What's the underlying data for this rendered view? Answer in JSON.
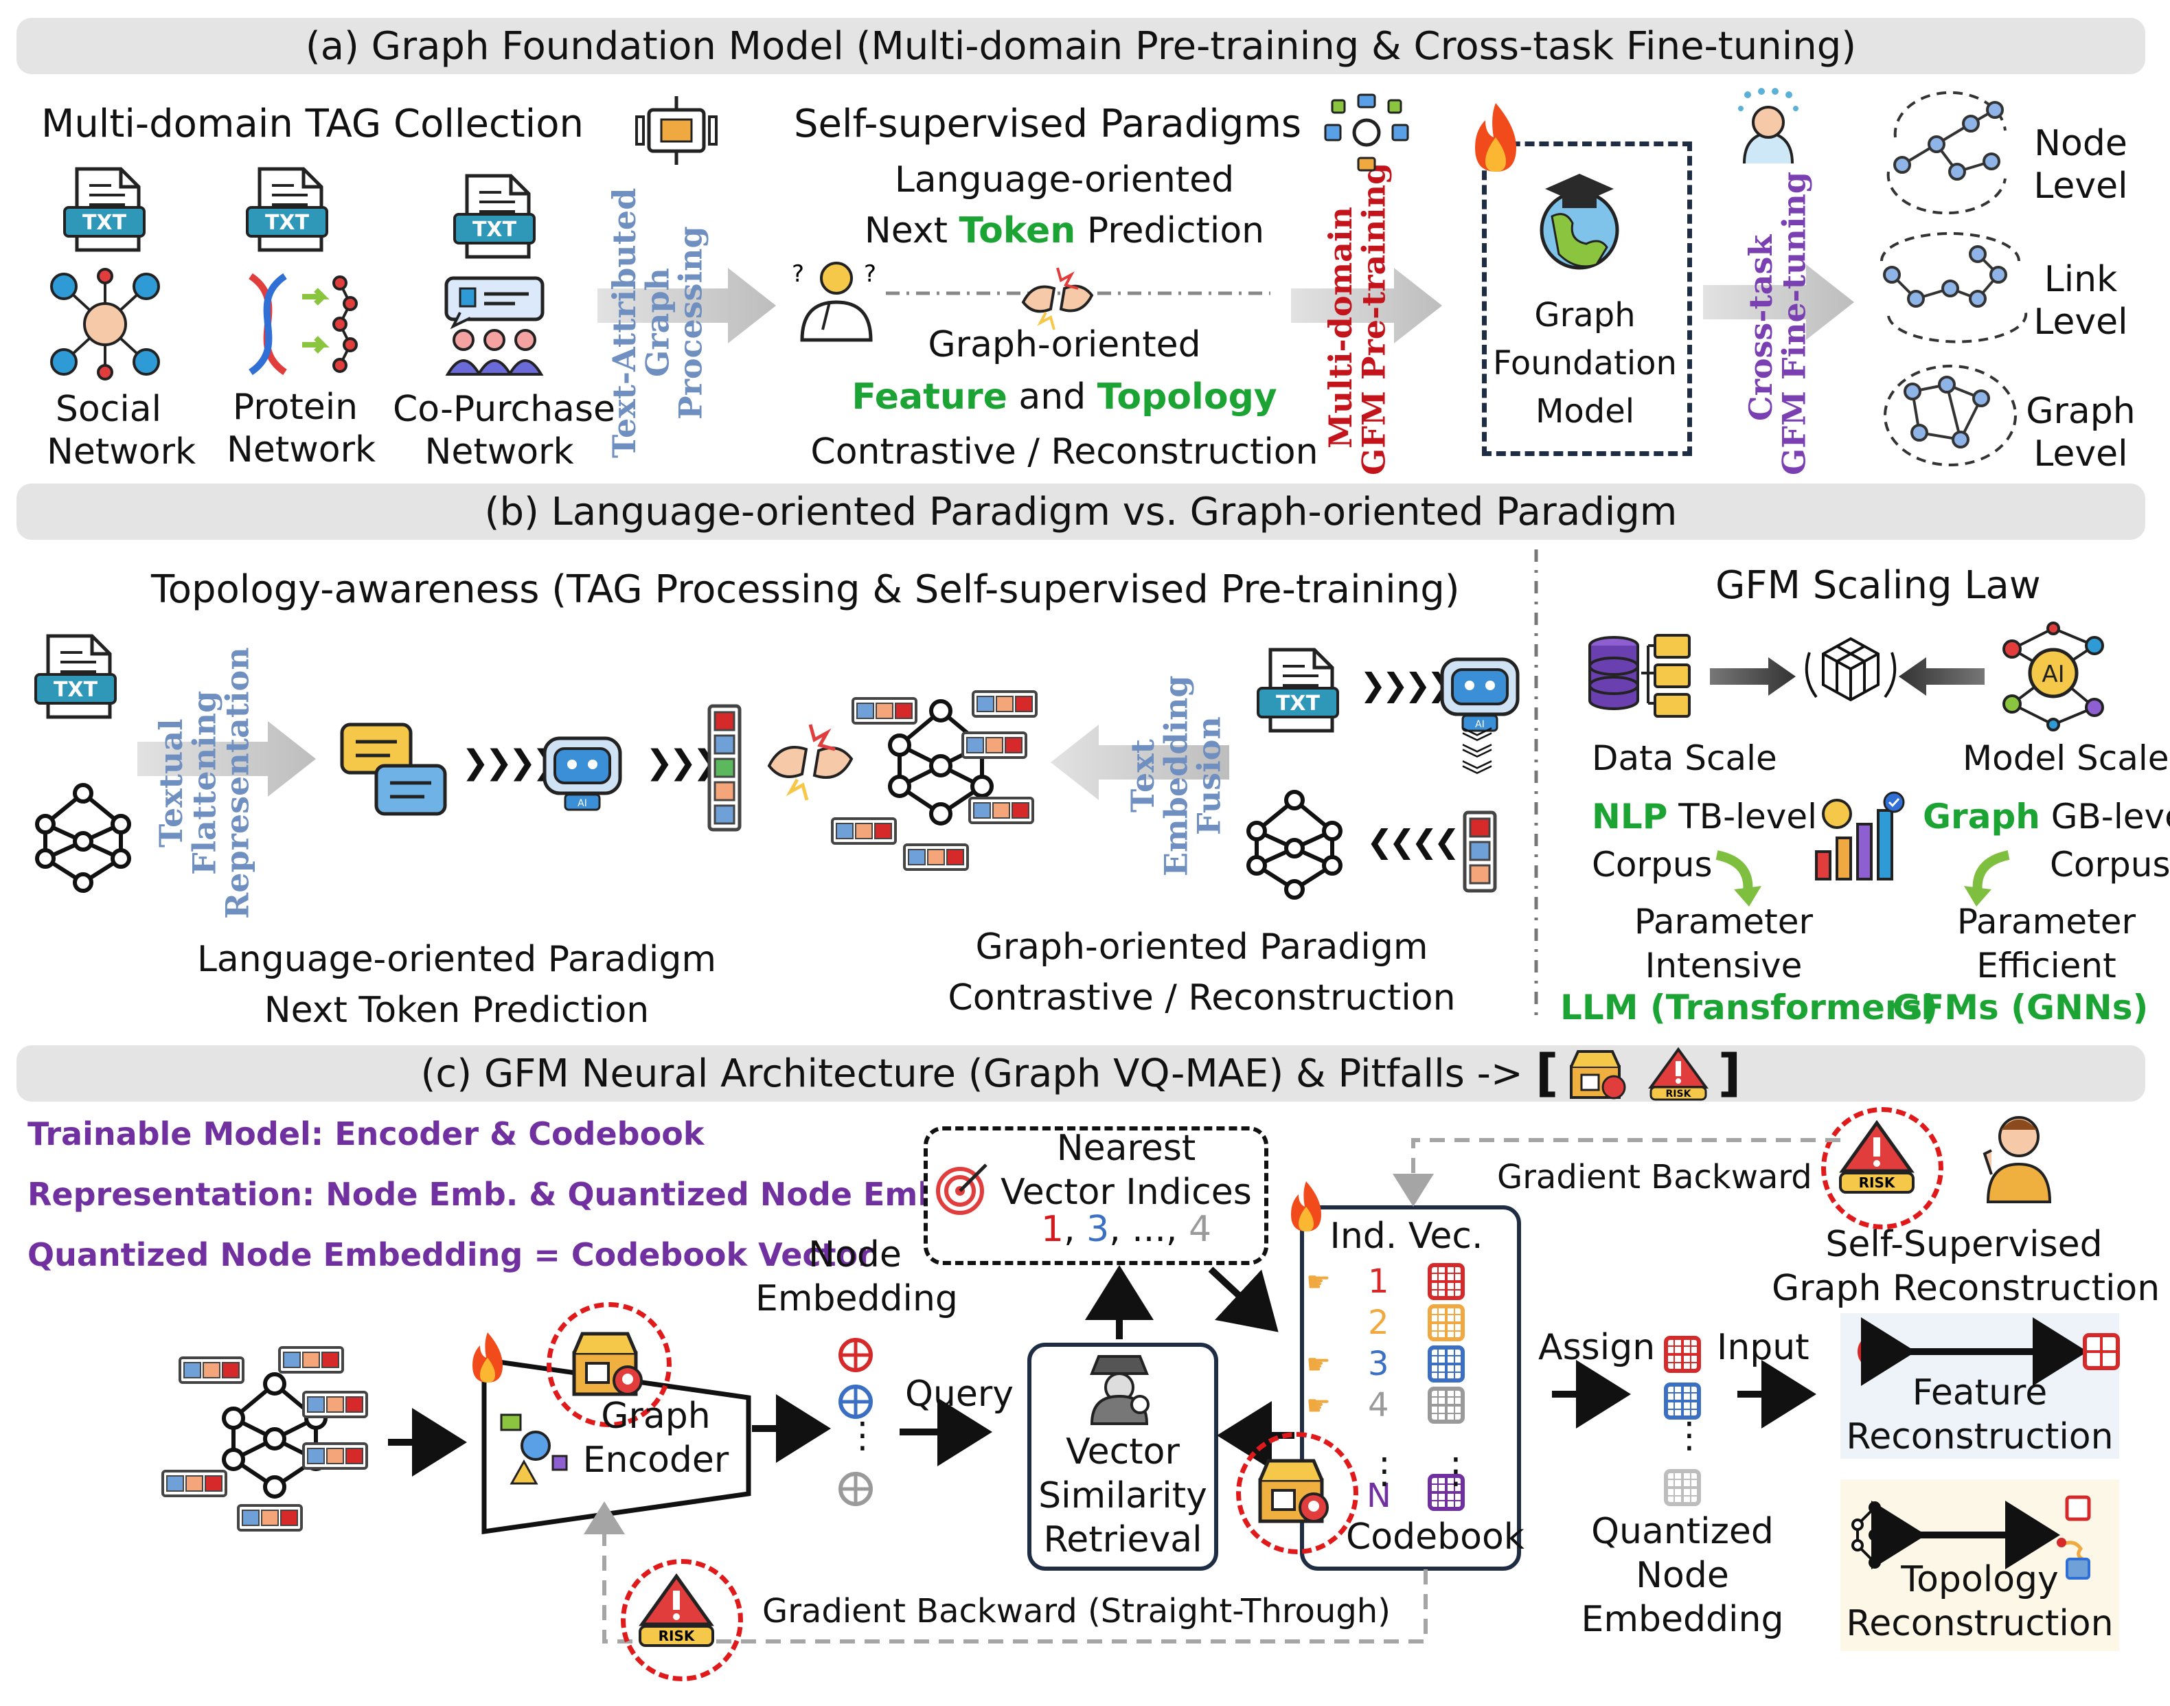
{
  "sections": {
    "a": "(a) Graph Foundation Model (Multi-domain Pre-training & Cross-task Fine-tuning)",
    "b": "(b) Language-oriented Paradigm vs. Graph-oriented Paradigm",
    "c": "(c) GFM Neural Architecture (Graph VQ-MAE) & Pitfalls ->"
  },
  "a": {
    "collection_title": "Multi-domain TAG Collection",
    "txt": "TXT",
    "domains": [
      {
        "l1": "Social",
        "l2": "Network"
      },
      {
        "l1": "Protein",
        "l2": "Network"
      },
      {
        "l1": "Co-Purchase",
        "l2": "Network"
      }
    ],
    "tag_processing": [
      "Text-Attributed",
      "Graph",
      "Processing"
    ],
    "ssl_title": "Self-supervised Paradigms",
    "lang_line1": "Language-oriented",
    "lang_next": "Next",
    "lang_token": "Token",
    "lang_pred": "Prediction",
    "graph_line1": "Graph-oriented",
    "graph_feature": "Feature",
    "graph_and": "and",
    "graph_topology": "Topology",
    "graph_line3": "Contrastive / Reconstruction",
    "pretrain_label": [
      "Multi-domain",
      "GFM Pre-training"
    ],
    "gfm_box": [
      "Graph",
      "Foundation",
      "Model"
    ],
    "finetune_label": [
      "Cross-task",
      "GFM Fine-tuning"
    ],
    "levels": [
      {
        "l1": "Node",
        "l2": "Level"
      },
      {
        "l1": "Link",
        "l2": "Level"
      },
      {
        "l1": "Graph",
        "l2": "Level"
      }
    ]
  },
  "b": {
    "topology_title": "Topology-awareness (TAG Processing & Self-supervised Pre-training)",
    "textual_label": [
      "Textual",
      "Flattening",
      "Representation"
    ],
    "embedding_label": [
      "Text",
      "Embedding",
      "Fusion"
    ],
    "lang_paradigm": [
      "Language-oriented Paradigm",
      "Next Token Prediction"
    ],
    "graph_paradigm": [
      "Graph-oriented Paradigm",
      "Contrastive / Reconstruction"
    ],
    "scaling_title": "GFM Scaling Law",
    "data_scale": "Data Scale",
    "model_scale": "Model Scale",
    "nlp": "NLP",
    "tb_level": "TB-level",
    "corpus": "Corpus",
    "graph": "Graph",
    "gb_level": "GB-level",
    "param_intensive": [
      "Parameter",
      "Intensive"
    ],
    "param_efficient": [
      "Parameter",
      "Efficient"
    ],
    "llm": "LLM (Transformers)",
    "gfms": "GFMs (GNNs)",
    "ai": "AI"
  },
  "c": {
    "legend": [
      "Trainable Model: Encoder & Codebook",
      "Representation: Node Emb. & Quantized Node Emb.",
      "Quantized Node Embedding = Codebook Vector"
    ],
    "nearest": [
      "Nearest",
      "Vector Indices"
    ],
    "indices": {
      "i1": "1",
      "i2": "3",
      "dots": "...",
      "i3": "4"
    },
    "gradient_top": "Gradient Backward",
    "gradient_bottom": "Gradient Backward (Straight-Through)",
    "ssl_recon": [
      "Self-Supervised",
      "Graph Reconstruction"
    ],
    "node_embedding": [
      "Node",
      "Embedding"
    ],
    "encoder": [
      "Graph",
      "Encoder"
    ],
    "query": "Query",
    "retrieval": [
      "Vector",
      "Similarity",
      "Retrieval"
    ],
    "codebook_header": "Ind. Vec.",
    "codebook_indices": [
      "1",
      "2",
      "3",
      "4",
      "N"
    ],
    "codebook_label": "Codebook",
    "assign": "Assign",
    "input": "Input",
    "quantized": [
      "Quantized",
      "Node",
      "Embedding"
    ],
    "feature_recon": [
      "Feature",
      "Reconstruction"
    ],
    "topology_recon": [
      "Topology",
      "Reconstruction"
    ],
    "risk": "RISK"
  },
  "colors": {
    "green": "#1ba334",
    "red": "#d6171b",
    "blue": "#3a6fc4",
    "purple": "#7030a0",
    "banner": "#e4e4e4"
  }
}
